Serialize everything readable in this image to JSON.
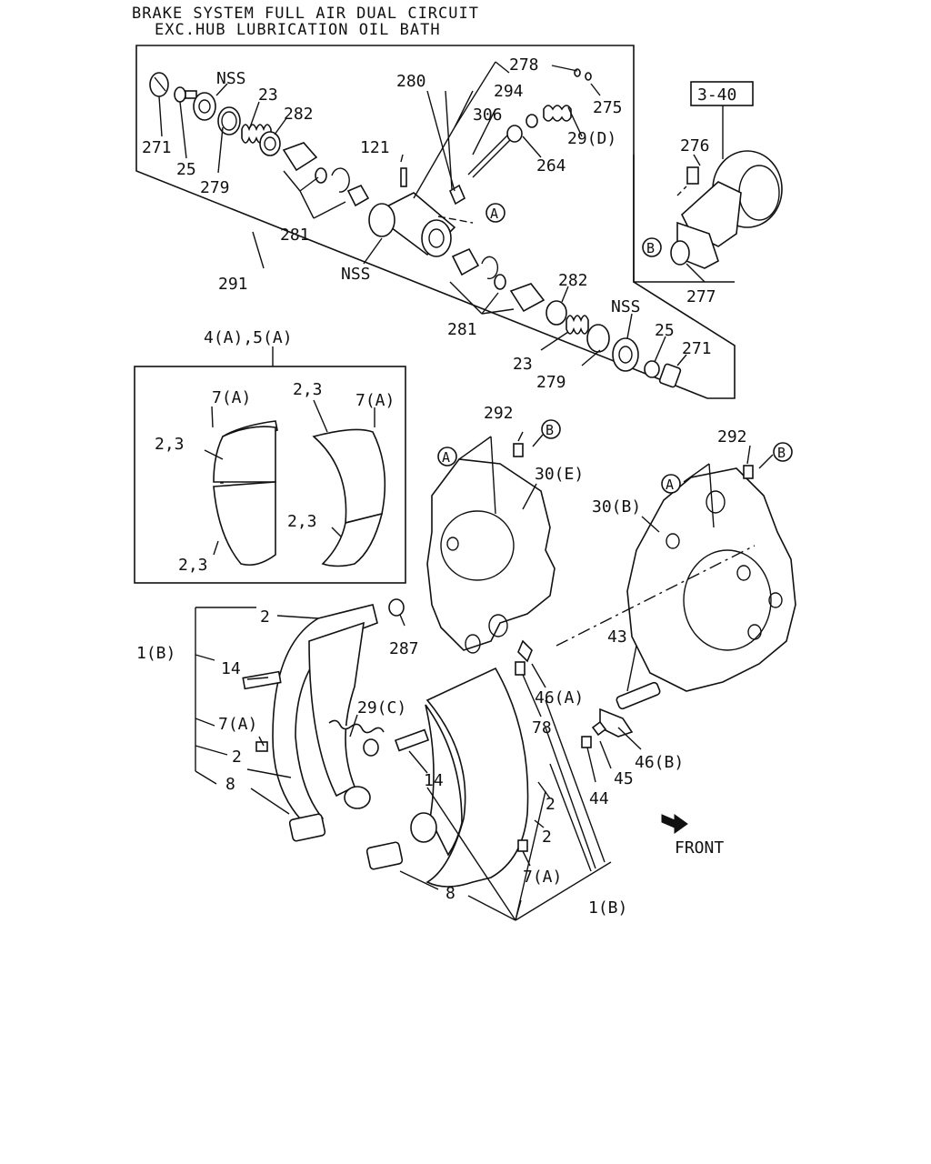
{
  "title": {
    "line1": "BRAKE SYSTEM FULL AIR DUAL CIRCUIT",
    "line2": "EXC.HUB LUBRICATION OIL BATH"
  },
  "ref_box": "3-40",
  "front_label": "FRONT",
  "circle_markers": {
    "a": "A",
    "b": "B"
  },
  "labels": {
    "nss_top": "NSS",
    "p23_top": "23",
    "p282_top": "282",
    "p271_top": "271",
    "p25_top": "25",
    "p279_top": "279",
    "p281_top": "281",
    "nss_mid": "NSS",
    "p291": "291",
    "p121": "121",
    "p280": "280",
    "p294": "294",
    "p306": "306",
    "p278": "278",
    "p275": "275",
    "p29d": "29(D)",
    "p264": "264",
    "p282_bot": "282",
    "nss_bot": "NSS",
    "p281_bot": "281",
    "p23_bot": "23",
    "p279_bot": "279",
    "p25_bot": "25",
    "p271_bot": "271",
    "p276": "276",
    "p277": "277",
    "p4a5a": "4(A),5(A)",
    "p7a_l": "7(A)",
    "p23_l1": "2,3",
    "p23_l2": "2,3",
    "p23_r1": "2,3",
    "p7a_r": "7(A)",
    "p23_r2": "2,3",
    "p292_l": "292",
    "p30e": "30(E)",
    "p292_r": "292",
    "p30b": "30(B)",
    "p2_a": "2",
    "p287": "287",
    "p1b_l": "1(B)",
    "p14_a": "14",
    "p29c": "29(C)",
    "p7a_b": "7(A)",
    "p2_b": "2",
    "p8_a": "8",
    "p43": "43",
    "p46a": "46(A)",
    "p78": "78",
    "p46b": "46(B)",
    "p45": "45",
    "p44": "44",
    "p14_b": "14",
    "p2_c": "2",
    "p2_d": "2",
    "p7a_c": "7(A)",
    "p8_b": "8",
    "p1b_r": "1(B)"
  }
}
